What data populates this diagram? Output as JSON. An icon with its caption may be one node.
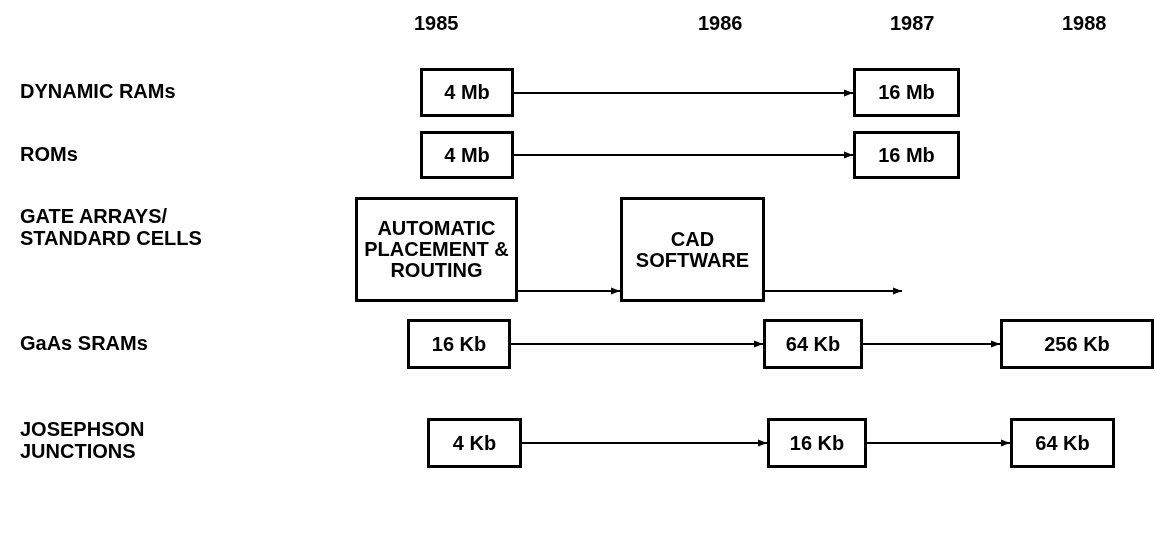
{
  "diagram": {
    "nodes": [
      {
        "text": [
          "4 Mb"
        ]
      },
      {
        "text": [
          "16 Mb"
        ]
      },
      {
        "text": [
          "4 Mb"
        ]
      },
      {
        "text": [
          "16 Mb"
        ]
      },
      {
        "text": [
          "AUTOMATIC PLACEMENT & ROUTING"
        ]
      },
      {
        "text": [
          "CAD SOFTWARE"
        ]
      },
      {
        "text": [
          "16 Kb"
        ]
      },
      {
        "text": [
          "64 Kb"
        ]
      },
      {
        "text": [
          "256 Kb"
        ]
      },
      {
        "text": [
          "4 Kb"
        ]
      },
      {
        "text": [
          "16 Kb"
        ]
      },
      {
        "text": [
          "64 Kb"
        ]
      }
    ],
    "edges": [
      {
        "from": 0,
        "to": 1,
        "arrow": "to"
      },
      {
        "from": 2,
        "to": 3,
        "arrow": "to"
      },
      {
        "from": 4,
        "to": 5,
        "arrow": "to"
      },
      {
        "from": 5,
        "to": null,
        "arrow": "to"
      },
      {
        "from": 6,
        "to": 7,
        "arrow": "to"
      },
      {
        "from": 7,
        "to": 8,
        "arrow": "to"
      },
      {
        "from": 9,
        "to": 10,
        "arrow": "to"
      },
      {
        "from": 10,
        "to": 11,
        "arrow": "to"
      }
    ],
    "labels": [
      "1985",
      "1986",
      "1987",
      "1988",
      "DYNAMIC RAMs",
      "ROMs",
      "GATE ARRAYS/ STANDARD CELLS",
      "GaAs SRAMs",
      "JOSEPHSON JUNCTIONS"
    ]
  }
}
